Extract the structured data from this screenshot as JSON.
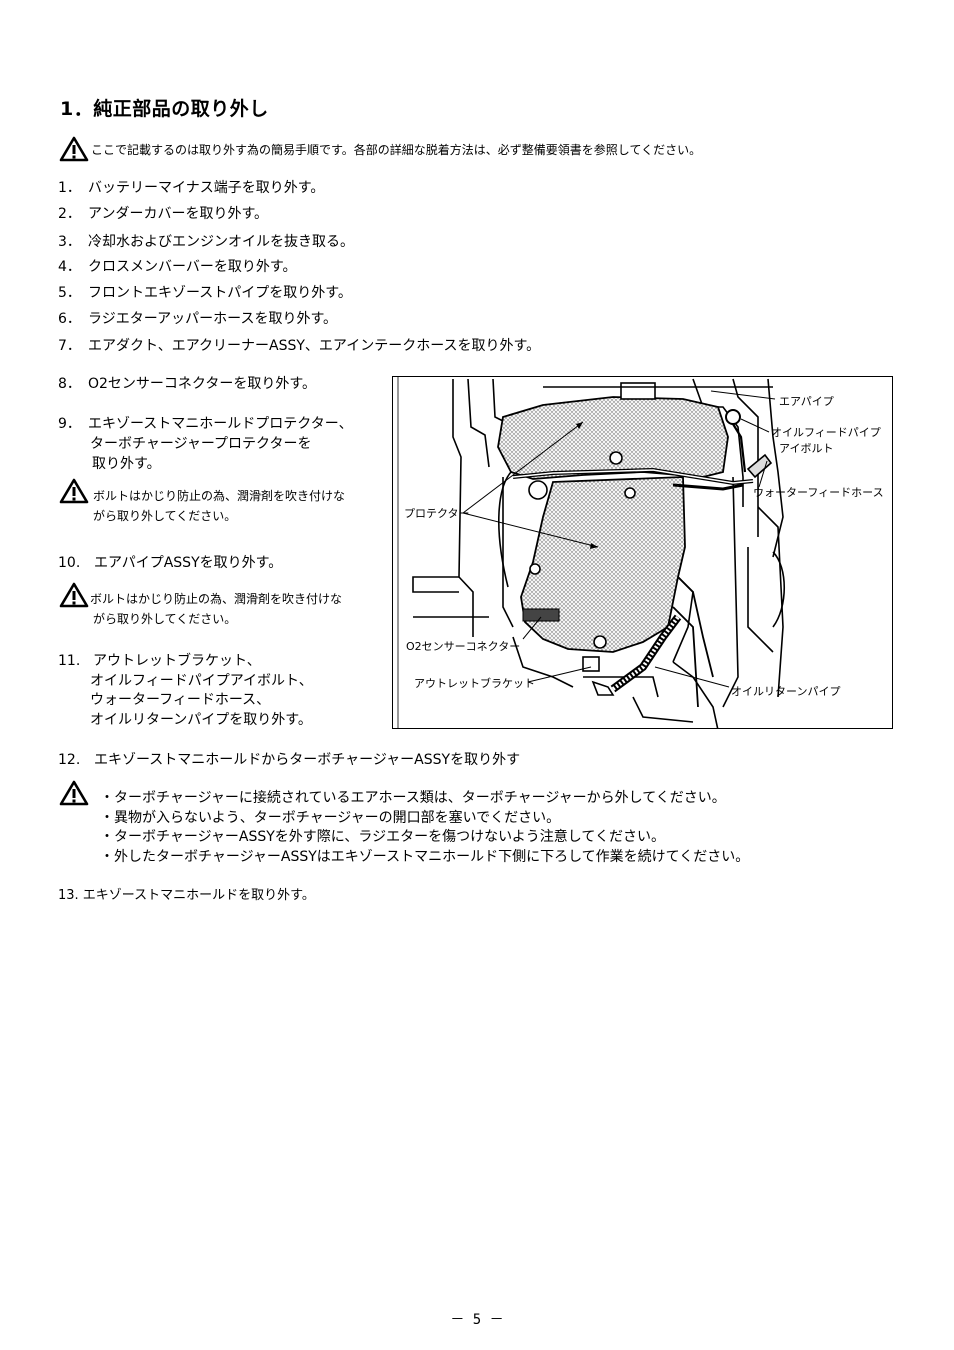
{
  "heading": "1．純正部品の取り外し",
  "intro_note": "ここで記載するのは取り外す為の簡易手順です。各部の詳細な脱着方法は、必ず整備要領書を参照してください。",
  "steps": [
    {
      "num": "1．",
      "text": "バッテリーマイナス端子を取り外す。"
    },
    {
      "num": "2．",
      "text": "アンダーカバーを取り外す。"
    },
    {
      "num": "3．",
      "text": "冷却水およびエンジンオイルを抜き取る。"
    },
    {
      "num": "4．",
      "text": "クロスメンバーバーを取り外す。"
    },
    {
      "num": "5．",
      "text": "フロントエキゾーストパイプを取り外す。"
    },
    {
      "num": "6．",
      "text": "ラジエターアッパーホースを取り外す。"
    },
    {
      "num": "7．",
      "text": "エアダクト、エアクリーナーASSY、エアインテークホースを取り外す。"
    }
  ],
  "step8": {
    "num": "8．",
    "text": "O2センサーコネクターを取り外す。"
  },
  "step9": {
    "num": "9．",
    "lines": [
      "エキゾーストマニホールドプロテクター、",
      "ターボチャージャープロテクターを",
      "取り外す。"
    ]
  },
  "step9_note": [
    "ボルトはかじり防止の為、潤滑剤を吹き付けな",
    "がら取り外してください。"
  ],
  "step10": {
    "num": "10.",
    "text": "エアパイプASSYを取り外す。"
  },
  "step10_note": [
    "ボルトはかじり防止の為、潤滑剤を吹き付けな",
    "がら取り外してください。"
  ],
  "step11": {
    "num": "11.",
    "lines": [
      "アウトレットブラケット、",
      "オイルフィードパイプアイボルト、",
      "ウォーターフィードホース、",
      "オイルリターンパイプを取り外す。"
    ]
  },
  "step12": {
    "num": "12.",
    "text": "エキゾーストマニホールドからターボチャージャーASSYを取り外す"
  },
  "step12_notes": [
    "・ターボチャージャーに接続されているエアホース類は、ターボチャージャーから外してください。",
    "・異物が入らないよう、ターボチャージャーの開口部を塞いでください。",
    "・ターボチャージャーASSYを外す際に、ラジエターを傷つけないよう注意してください。",
    "・外したターボチャージャーASSYはエキゾーストマニホールド下側に下ろして作業を続けてください。"
  ],
  "step13": "13. エキゾーストマニホールドを取り外す。",
  "figure_labels": {
    "air_pipe": "エアパイプ",
    "oil_feed_1": "オイルフィードパイプ",
    "oil_feed_2": "アイボルト",
    "water_feed": "ウォーターフィードホース",
    "protector": "プロテクター",
    "o2": "O2センサーコネクター",
    "outlet": "アウトレットブラケット",
    "oil_return": "オイルリターンパイプ"
  },
  "page_number": "－ 5 －"
}
